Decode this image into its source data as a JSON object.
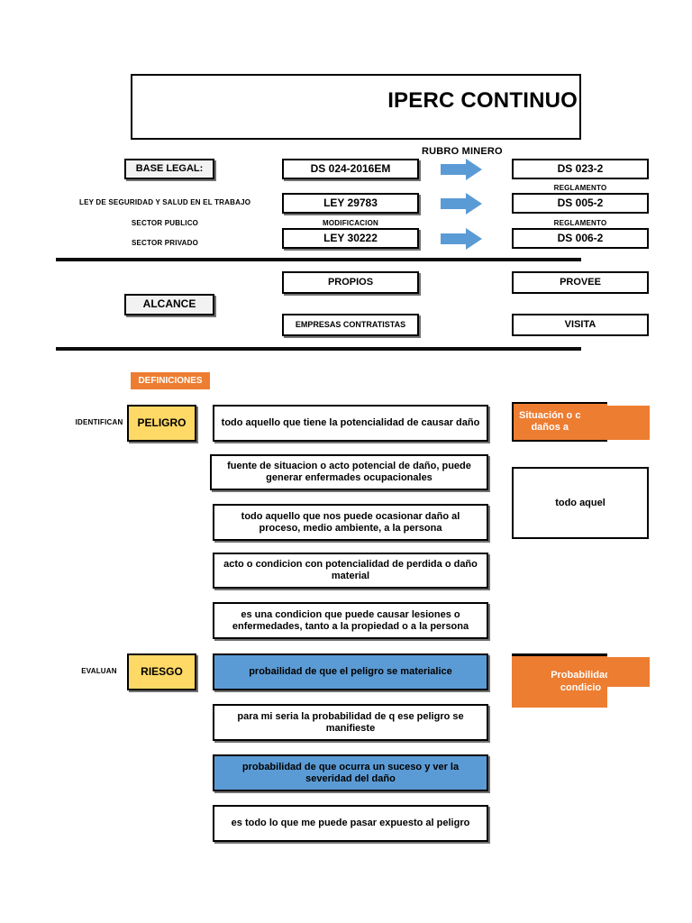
{
  "document": {
    "title": "IPERC CONTINUO",
    "subtitle": "",
    "accent_orange": "#ED7D31",
    "accent_yellow": "#FFD966",
    "accent_blue": "#5B9BD5",
    "border_color": "#000000"
  },
  "legal": {
    "section_label": "BASE LEGAL:",
    "column_header": "RUBRO MINERO",
    "row_labels": [
      "LEY DE SEGURIDAD Y SALUD EN EL TRABAJO",
      "SECTOR PUBLICO",
      "SECTOR PRIVADO"
    ],
    "modification_label": "MODIFICACION",
    "reglamento_labels": [
      "REGLAMENTO",
      "REGLAMENTO"
    ],
    "left_items": [
      "DS 024-2016EM",
      "LEY 29783",
      "LEY 30222"
    ],
    "right_items": [
      "DS 023-2",
      "DS 005-2",
      "DS 006-2"
    ],
    "arrow_icon": "right-arrow-icon"
  },
  "alcance": {
    "section_label": "ALCANCE",
    "items": [
      "PROPIOS",
      "EMPRESAS CONTRATISTAS",
      "PROVEE",
      "VISITA"
    ]
  },
  "definiciones": {
    "badge_label": "DEFINICIONES",
    "peligro": {
      "label": "PELIGRO",
      "side_caption": "IDENTIFICAN",
      "definitions": [
        "todo aquello que tiene la potencialidad de causar daño",
        "fuente de situacion o acto potencial de daño, puede generar enfermades ocupacionales",
        "todo aquello que nos puede ocasionar daño al proceso, medio ambiente, a la persona",
        "acto o condicion con potencialidad de perdida o daño material",
        "es una condicion que puede causar lesiones o enfermedades, tanto a la propiedad o a la persona"
      ],
      "official_definition": "Situación o c\ndaños a",
      "secondary_definition": "todo aquel"
    },
    "riesgo": {
      "label": "RIESGO",
      "side_caption": "EVALUAN",
      "definitions": [
        "probailidad de que el peligro se materialice",
        "para mi seria la probabilidad de q ese peligro se manifieste",
        "probabilidad de que ocurra un suceso y ver la severidad del daño",
        "es todo lo que me puede pasar expuesto al peligro"
      ],
      "definition_highlight": [
        true,
        false,
        true,
        false
      ],
      "official_definition": "Probabilidad\ncondicio"
    }
  }
}
